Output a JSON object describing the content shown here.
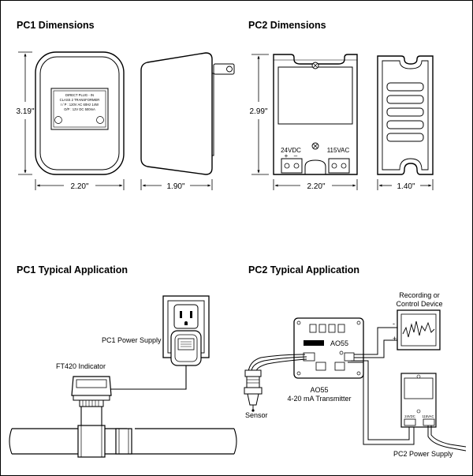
{
  "headings": {
    "pc1_dimensions": "PC1 Dimensions",
    "pc2_dimensions": "PC2 Dimensions",
    "pc1_application": "PC1 Typical Application",
    "pc2_application": "PC2 Typical Application"
  },
  "dimensions": {
    "pc1_height": "3.19\"",
    "pc1_width": "2.20\"",
    "pc1_depth": "1.90\"",
    "pc2_height": "2.99\"",
    "pc2_width": "2.20\"",
    "pc2_depth": "1.40\""
  },
  "pc1_label_plate": {
    "line1": "DIRECT PLUG - IN",
    "line2": "CLASS 2 TRANSFORMER",
    "line3": "I / P : 120V AC 60Hz 14W",
    "line4": "O/P : 12V DC 500mA"
  },
  "pc2_terminals": {
    "dc_label": "24VDC",
    "ac_label": "115VAC",
    "plus": "+",
    "minus": "–"
  },
  "pc1_application": {
    "power_supply_label": "PC1 Power Supply",
    "indicator_label": "FT420 Indicator"
  },
  "pc2_application": {
    "recorder_label_line1": "Recording or",
    "recorder_label_line2": "Control Device",
    "ao55_face_label": "AO55",
    "ao55_caption_line1": "AO55",
    "ao55_caption_line2": "4-20 mA Transmitter",
    "sensor_label": "Sensor",
    "power_supply_label": "PC2 Power Supply",
    "recorder_minus": "-",
    "recorder_plus": "+"
  }
}
